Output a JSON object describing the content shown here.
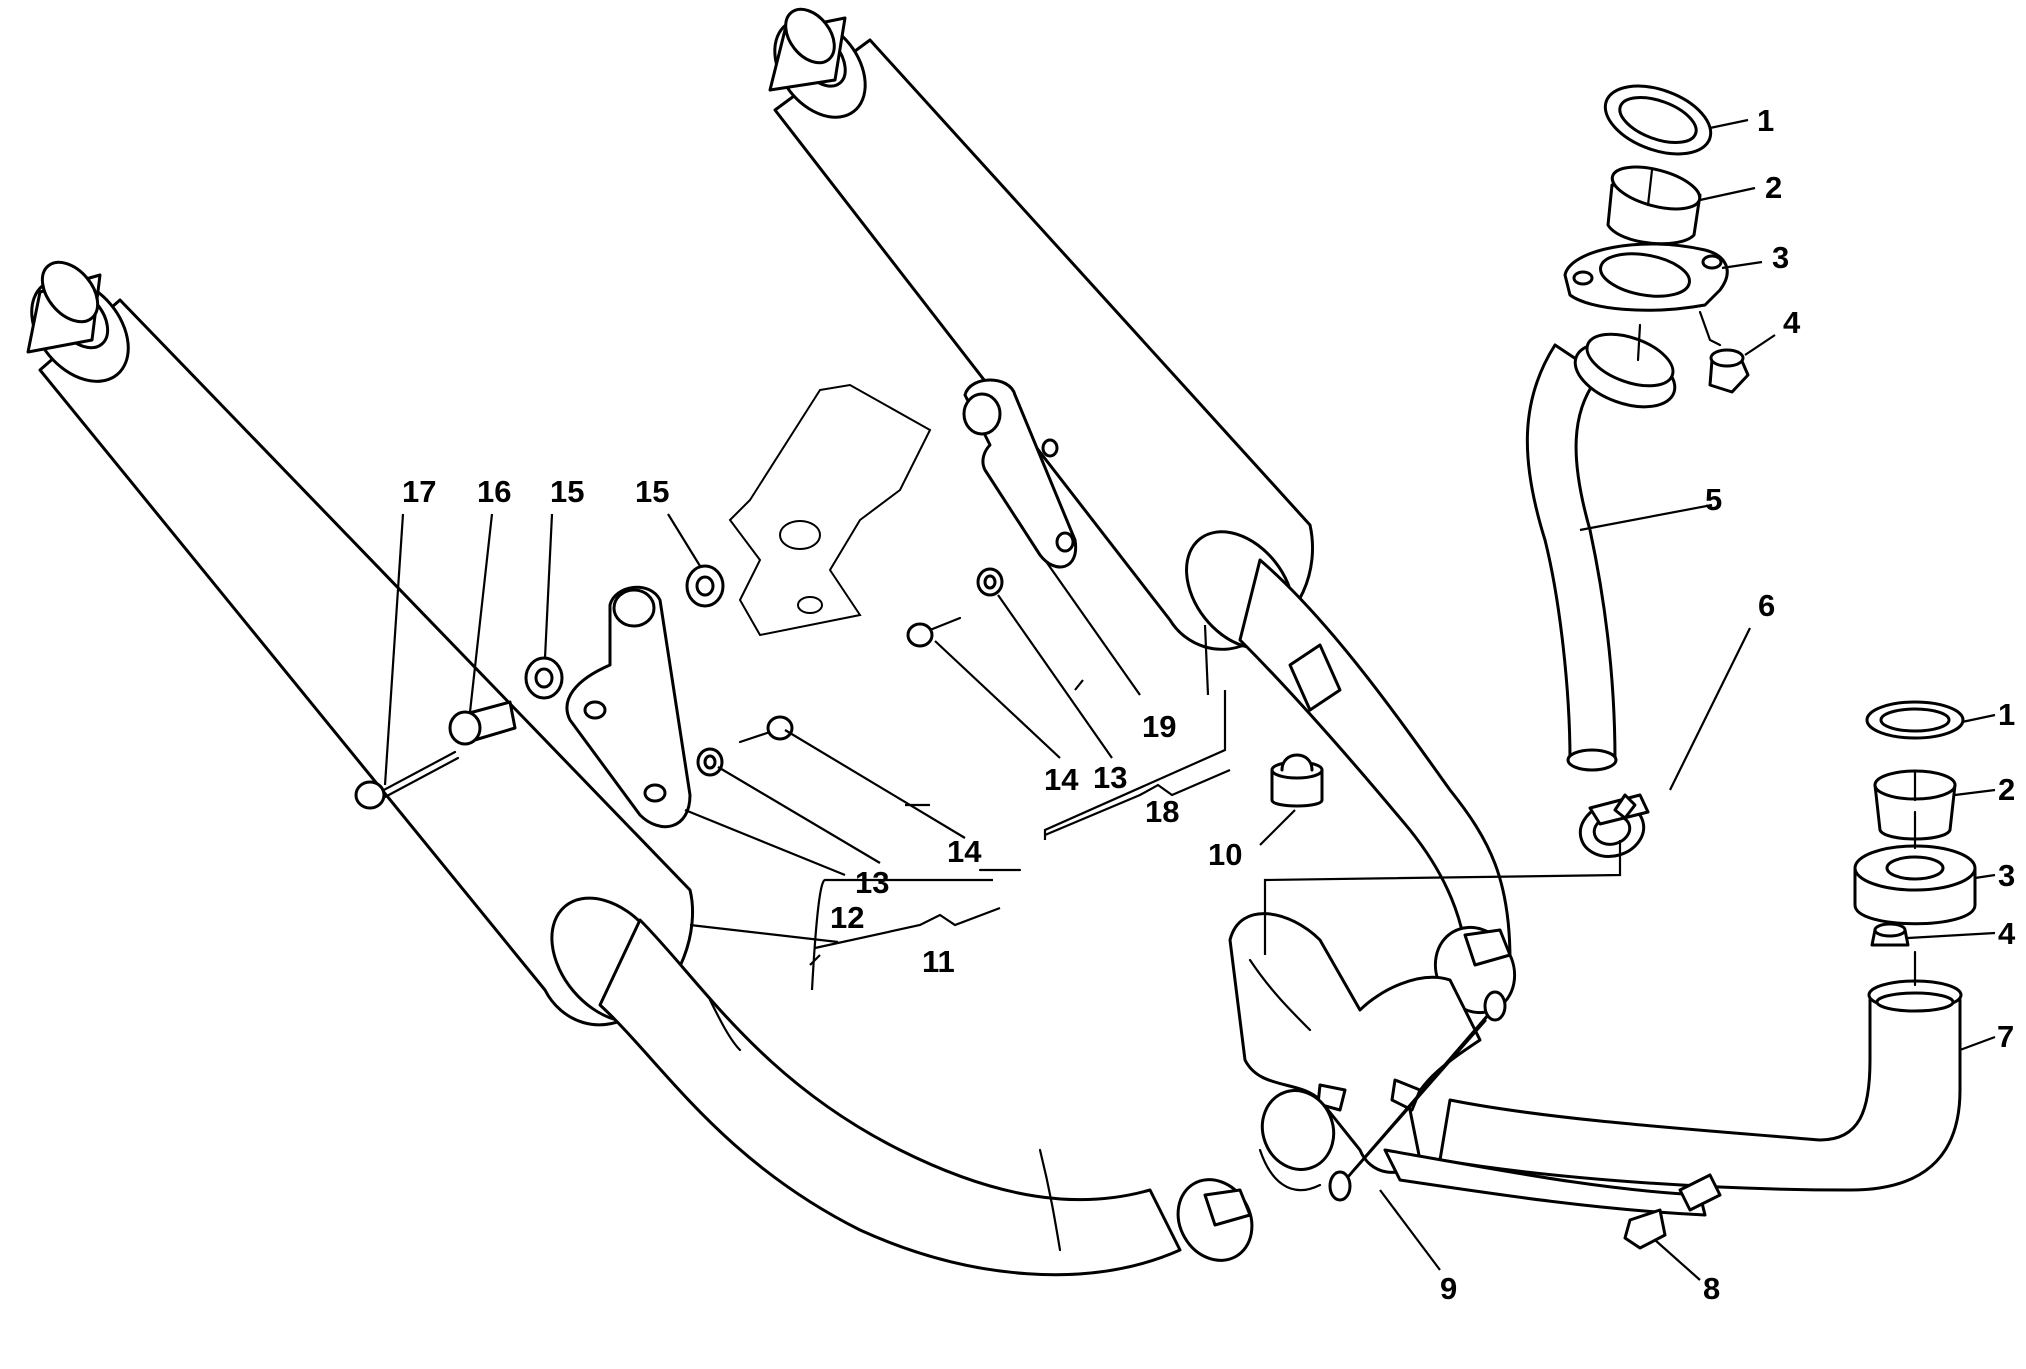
{
  "diagram": {
    "type": "exploded parts diagram",
    "subject": "exhaust system",
    "ink_color": "#000000",
    "background_color": "#ffffff",
    "callouts": [
      {
        "id": "c1a",
        "text": "1"
      },
      {
        "id": "c2a",
        "text": "2"
      },
      {
        "id": "c3a",
        "text": "3"
      },
      {
        "id": "c4a",
        "text": "4"
      },
      {
        "id": "c5",
        "text": "5"
      },
      {
        "id": "c6",
        "text": "6"
      },
      {
        "id": "c1b",
        "text": "1"
      },
      {
        "id": "c2b",
        "text": "2"
      },
      {
        "id": "c3b",
        "text": "3"
      },
      {
        "id": "c4b",
        "text": "4"
      },
      {
        "id": "c7",
        "text": "7"
      },
      {
        "id": "c8",
        "text": "8"
      },
      {
        "id": "c9",
        "text": "9"
      },
      {
        "id": "c10",
        "text": "10"
      },
      {
        "id": "c11",
        "text": "11"
      },
      {
        "id": "c12",
        "text": "12"
      },
      {
        "id": "c13a",
        "text": "13"
      },
      {
        "id": "c14a",
        "text": "14"
      },
      {
        "id": "c13b",
        "text": "13"
      },
      {
        "id": "c14b",
        "text": "14"
      },
      {
        "id": "c17",
        "text": "17"
      },
      {
        "id": "c16",
        "text": "16"
      },
      {
        "id": "c15a",
        "text": "15"
      },
      {
        "id": "c15b",
        "text": "15"
      },
      {
        "id": "c18",
        "text": "18"
      },
      {
        "id": "c19",
        "text": "19"
      }
    ]
  }
}
